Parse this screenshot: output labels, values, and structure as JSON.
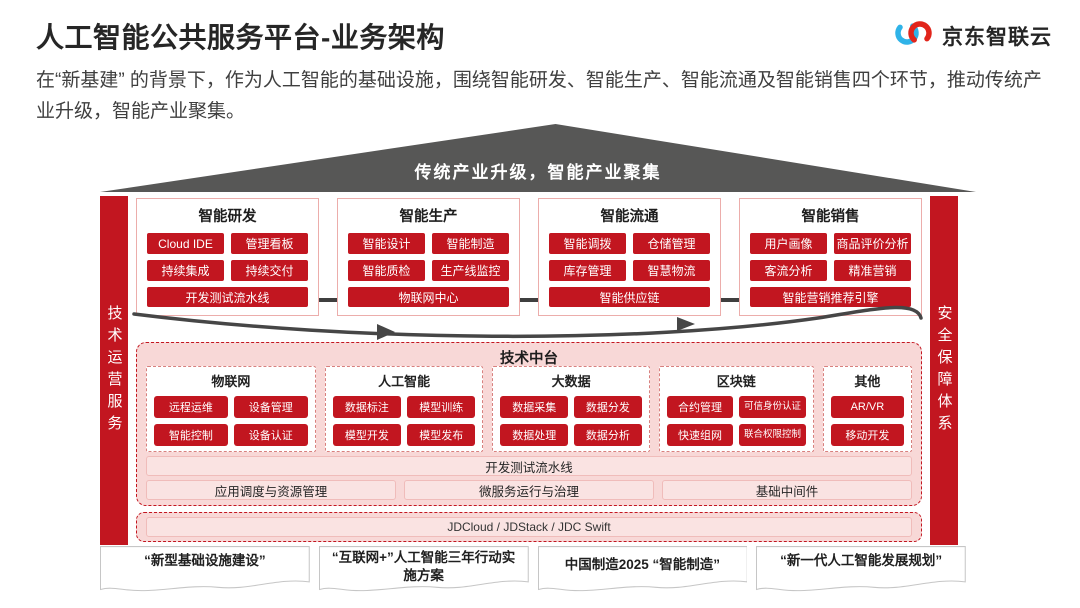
{
  "header": {
    "title": "人工智能公共服务平台-业务架构",
    "logo_text": "京东智联云",
    "description": "在“新基建” 的背景下，作为人工智能的基础设施，围绕智能研发、智能生产、智能流通及智能销售四个环节，推动传统产业升级，智能产业聚集。"
  },
  "roof": {
    "label": "传统产业升级，智能产业聚集"
  },
  "side_banners": {
    "left": "技术运营服务",
    "right": "安全保障体系"
  },
  "business_columns": [
    {
      "title": "智能研发",
      "chips": [
        "Cloud IDE",
        "管理看板",
        "持续集成",
        "持续交付"
      ],
      "wide_chip": "开发测试流水线"
    },
    {
      "title": "智能生产",
      "chips": [
        "智能设计",
        "智能制造",
        "智能质检",
        "生产线监控"
      ],
      "wide_chip": "物联网中心"
    },
    {
      "title": "智能流通",
      "chips": [
        "智能调拨",
        "仓储管理",
        "库存管理",
        "智慧物流"
      ],
      "wide_chip": "智能供应链"
    },
    {
      "title": "智能销售",
      "chips": [
        "用户画像",
        "商品评价分析",
        "客流分析",
        "精准营销"
      ],
      "wide_chip": "智能营销推荐引擎"
    }
  ],
  "middle_platform": {
    "title": "技术中台",
    "groups": [
      {
        "title": "物联网",
        "chips": [
          "远程运维",
          "设备管理",
          "智能控制",
          "设备认证"
        ]
      },
      {
        "title": "人工智能",
        "chips": [
          "数据标注",
          "模型训练",
          "模型开发",
          "模型发布"
        ]
      },
      {
        "title": "大数据",
        "chips": [
          "数据采集",
          "数据分发",
          "数据处理",
          "数据分析"
        ]
      },
      {
        "title": "区块链",
        "chips": [
          "合约管理",
          "可信身份认证",
          "快速组网",
          "联合权限控制"
        ]
      },
      {
        "title": "其他",
        "chips": [
          "AR/VR",
          "移动开发"
        ]
      }
    ],
    "pipeline_bar": "开发测试流水线",
    "platform_bars": [
      "应用调度与资源管理",
      "微服务运行与治理",
      "基础中间件"
    ]
  },
  "infra_bar": "JDCloud / JDStack / JDC Swift",
  "footer_ribbons": [
    "“新型基础设施建设”",
    "“互联网+”人工智能三年行动实施方案",
    "中国制造2025 “智能制造”",
    "“新一代人工智能发展规划”"
  ],
  "colors": {
    "brand_red": "#C21620",
    "roof_gray": "#575756",
    "panel_pink": "#F8D8D7"
  }
}
